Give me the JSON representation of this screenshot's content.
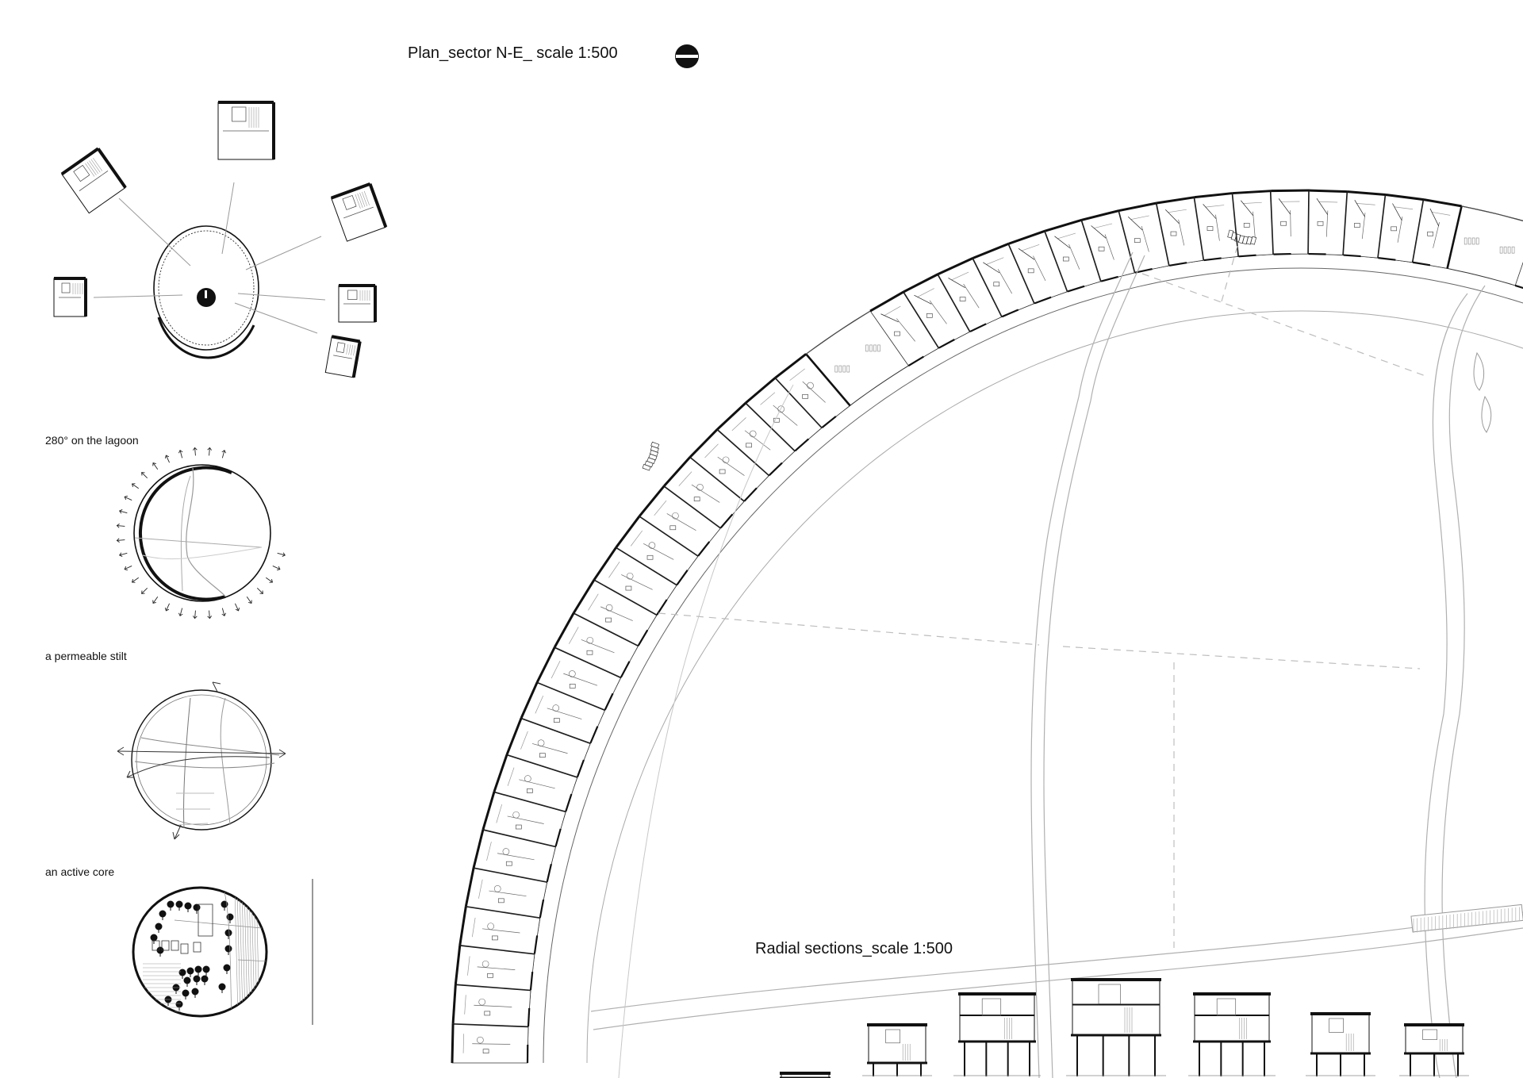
{
  "labels": {
    "plan_title": "Plan_sector N-E_ scale 1:500",
    "diagram1_caption": "280° on the lagoon",
    "diagram2_caption": "a permeable stilt",
    "diagram3_caption": "an active core",
    "sections_title": "Radial sections_scale 1:500"
  },
  "colors": {
    "ink": "#111111",
    "thin_line": "#9a9a9a",
    "dash_line": "#b5b5b5",
    "background": "#ffffff"
  },
  "icons": {
    "north_arrow": "north-arrow-icon",
    "center_marker": "center-marker-icon"
  }
}
